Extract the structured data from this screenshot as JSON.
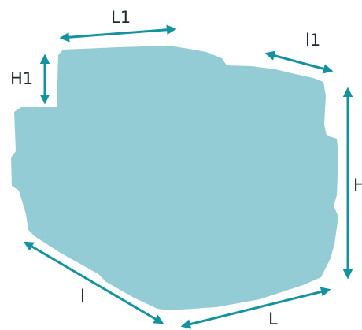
{
  "colors": {
    "shape_fill": "#94ccd5",
    "arrow": "#14939f",
    "label": "#1f2a2e"
  },
  "dimensions": {
    "L1": "L1",
    "l1": "l1",
    "H1": "H1",
    "H": "H",
    "l": "l",
    "L": "L"
  }
}
